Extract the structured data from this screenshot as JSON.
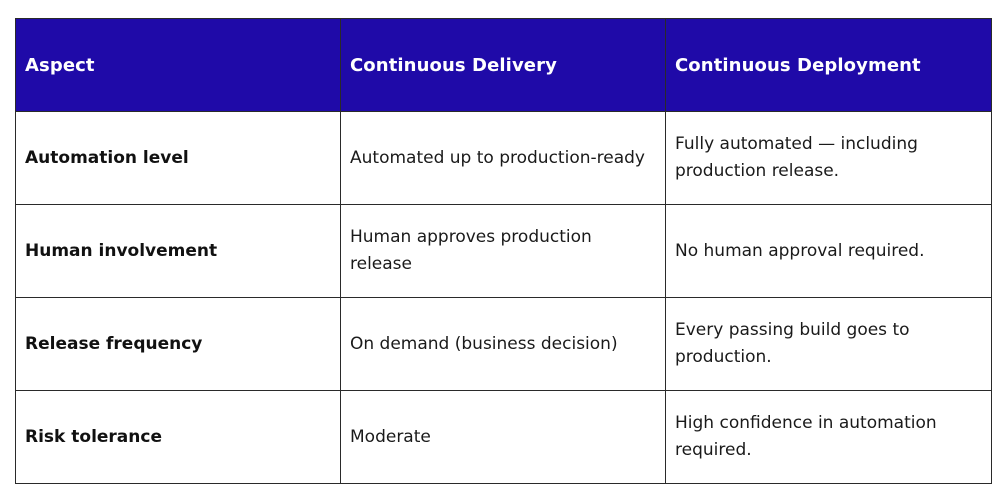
{
  "table": {
    "headers": [
      "Aspect",
      "Continuous Delivery",
      "Continuous Deployment"
    ],
    "rows": [
      {
        "aspect": "Automation level",
        "delivery": "Automated up to production-ready",
        "deployment": "Fully automated — including production release."
      },
      {
        "aspect": "Human involvement",
        "delivery": "Human approves production release",
        "deployment": "No human approval required."
      },
      {
        "aspect": "Release frequency",
        "delivery": "On demand (business decision)",
        "deployment": "Every passing build goes to production."
      },
      {
        "aspect": "Risk tolerance",
        "delivery": "Moderate",
        "deployment": "High confidence in automation required."
      }
    ]
  },
  "colors": {
    "header_background": "#1f0aa8",
    "header_text": "#ffffff",
    "border": "#2a2a2a"
  }
}
